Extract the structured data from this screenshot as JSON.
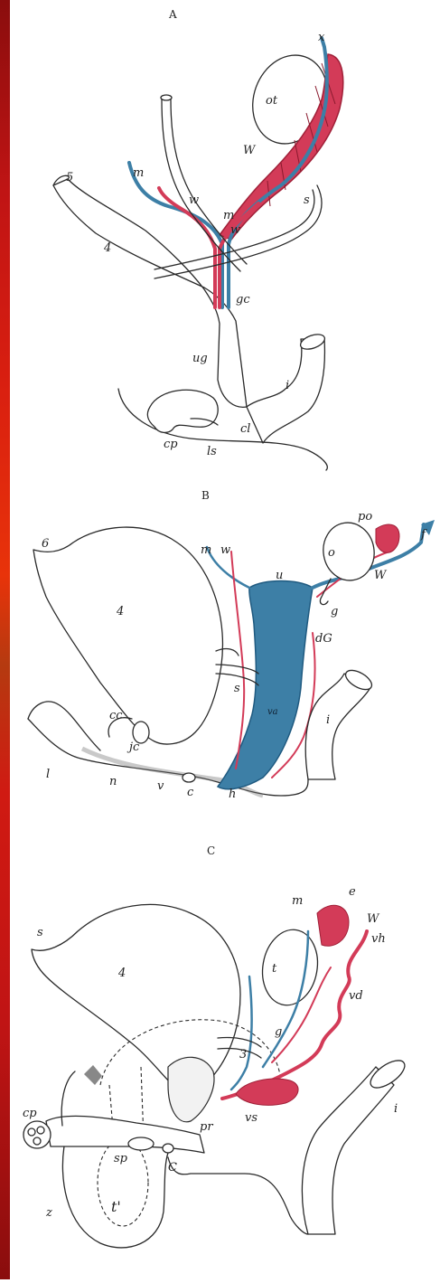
{
  "panels": [
    {
      "letter": "A",
      "labels": [
        "x",
        "ot",
        "W",
        "m",
        "w",
        "m",
        "w",
        "s",
        "gc",
        "5",
        "4",
        "ug",
        "i",
        "cp",
        "ls",
        "cl"
      ]
    },
    {
      "letter": "B",
      "labels": [
        "6",
        "4",
        "m",
        "w",
        "u",
        "po",
        "f",
        "o",
        "W",
        "g",
        "dG",
        "s",
        "i",
        "cc",
        "jc",
        "l",
        "n",
        "v",
        "c",
        "h",
        "va"
      ]
    },
    {
      "letter": "C",
      "labels": [
        "s",
        "4",
        "m",
        "e",
        "W",
        "vh",
        "t",
        "g",
        "vd",
        "3",
        "i",
        "cp",
        "sp",
        "vs",
        "pr",
        "C",
        "z",
        "t'"
      ]
    }
  ],
  "colors": {
    "side_strip": "#c01414",
    "duct_blue": "#3d7fa6",
    "duct_red": "#d33b58",
    "line_ink": "#2a2a2a"
  }
}
